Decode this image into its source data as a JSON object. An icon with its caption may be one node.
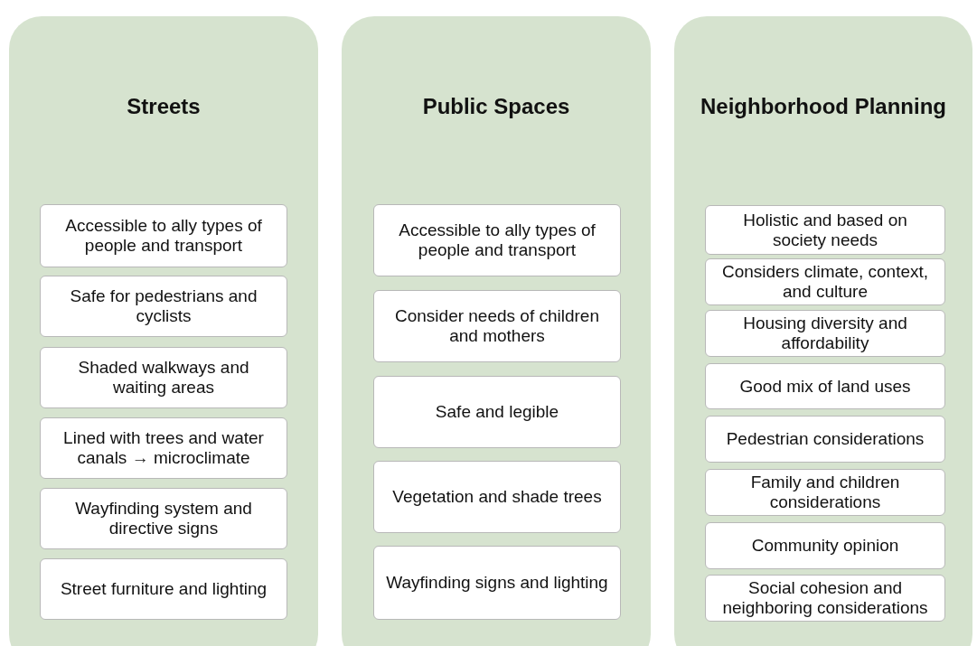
{
  "diagram": {
    "nodes": [
      {
        "text": [
          "Streets"
        ]
      },
      {
        "text": [
          "Accessible to ally types of people and transport"
        ],
        "in": 0
      },
      {
        "text": [
          "Safe for pedestrians and cyclists"
        ],
        "in": 0
      },
      {
        "text": [
          "Shaded walkways and waiting areas"
        ],
        "in": 0
      },
      {
        "text": [
          "Lined with trees and water canals → microclimate"
        ],
        "in": 0
      },
      {
        "text": [
          "Wayfinding system and directive signs"
        ],
        "in": 0
      },
      {
        "text": [
          "Street furniture and lighting"
        ],
        "in": 0
      },
      {
        "text": [
          "Public Spaces"
        ]
      },
      {
        "text": [
          "Accessible to ally types of people and transport"
        ],
        "in": 7
      },
      {
        "text": [
          "Consider needs of children and mothers"
        ],
        "in": 7
      },
      {
        "text": [
          "Safe and legible"
        ],
        "in": 7
      },
      {
        "text": [
          "Vegetation and shade trees"
        ],
        "in": 7
      },
      {
        "text": [
          "Wayfinding signs and lighting"
        ],
        "in": 7
      },
      {
        "text": [
          "Neighborhood Planning"
        ]
      },
      {
        "text": [
          "Holistic and based on society needs"
        ],
        "in": 13
      },
      {
        "text": [
          "Considers climate, context, and culture"
        ],
        "in": 13
      },
      {
        "text": [
          "Housing diversity and affordability"
        ],
        "in": 13
      },
      {
        "text": [
          "Good mix of land uses"
        ],
        "in": 13
      },
      {
        "text": [
          "Pedestrian considerations"
        ],
        "in": 13
      },
      {
        "text": [
          "Family and children considerations"
        ],
        "in": 13
      },
      {
        "text": [
          "Community opinion"
        ],
        "in": 13
      },
      {
        "text": [
          "Social cohesion and neighboring considerations"
        ],
        "in": 13
      }
    ],
    "edges": []
  }
}
